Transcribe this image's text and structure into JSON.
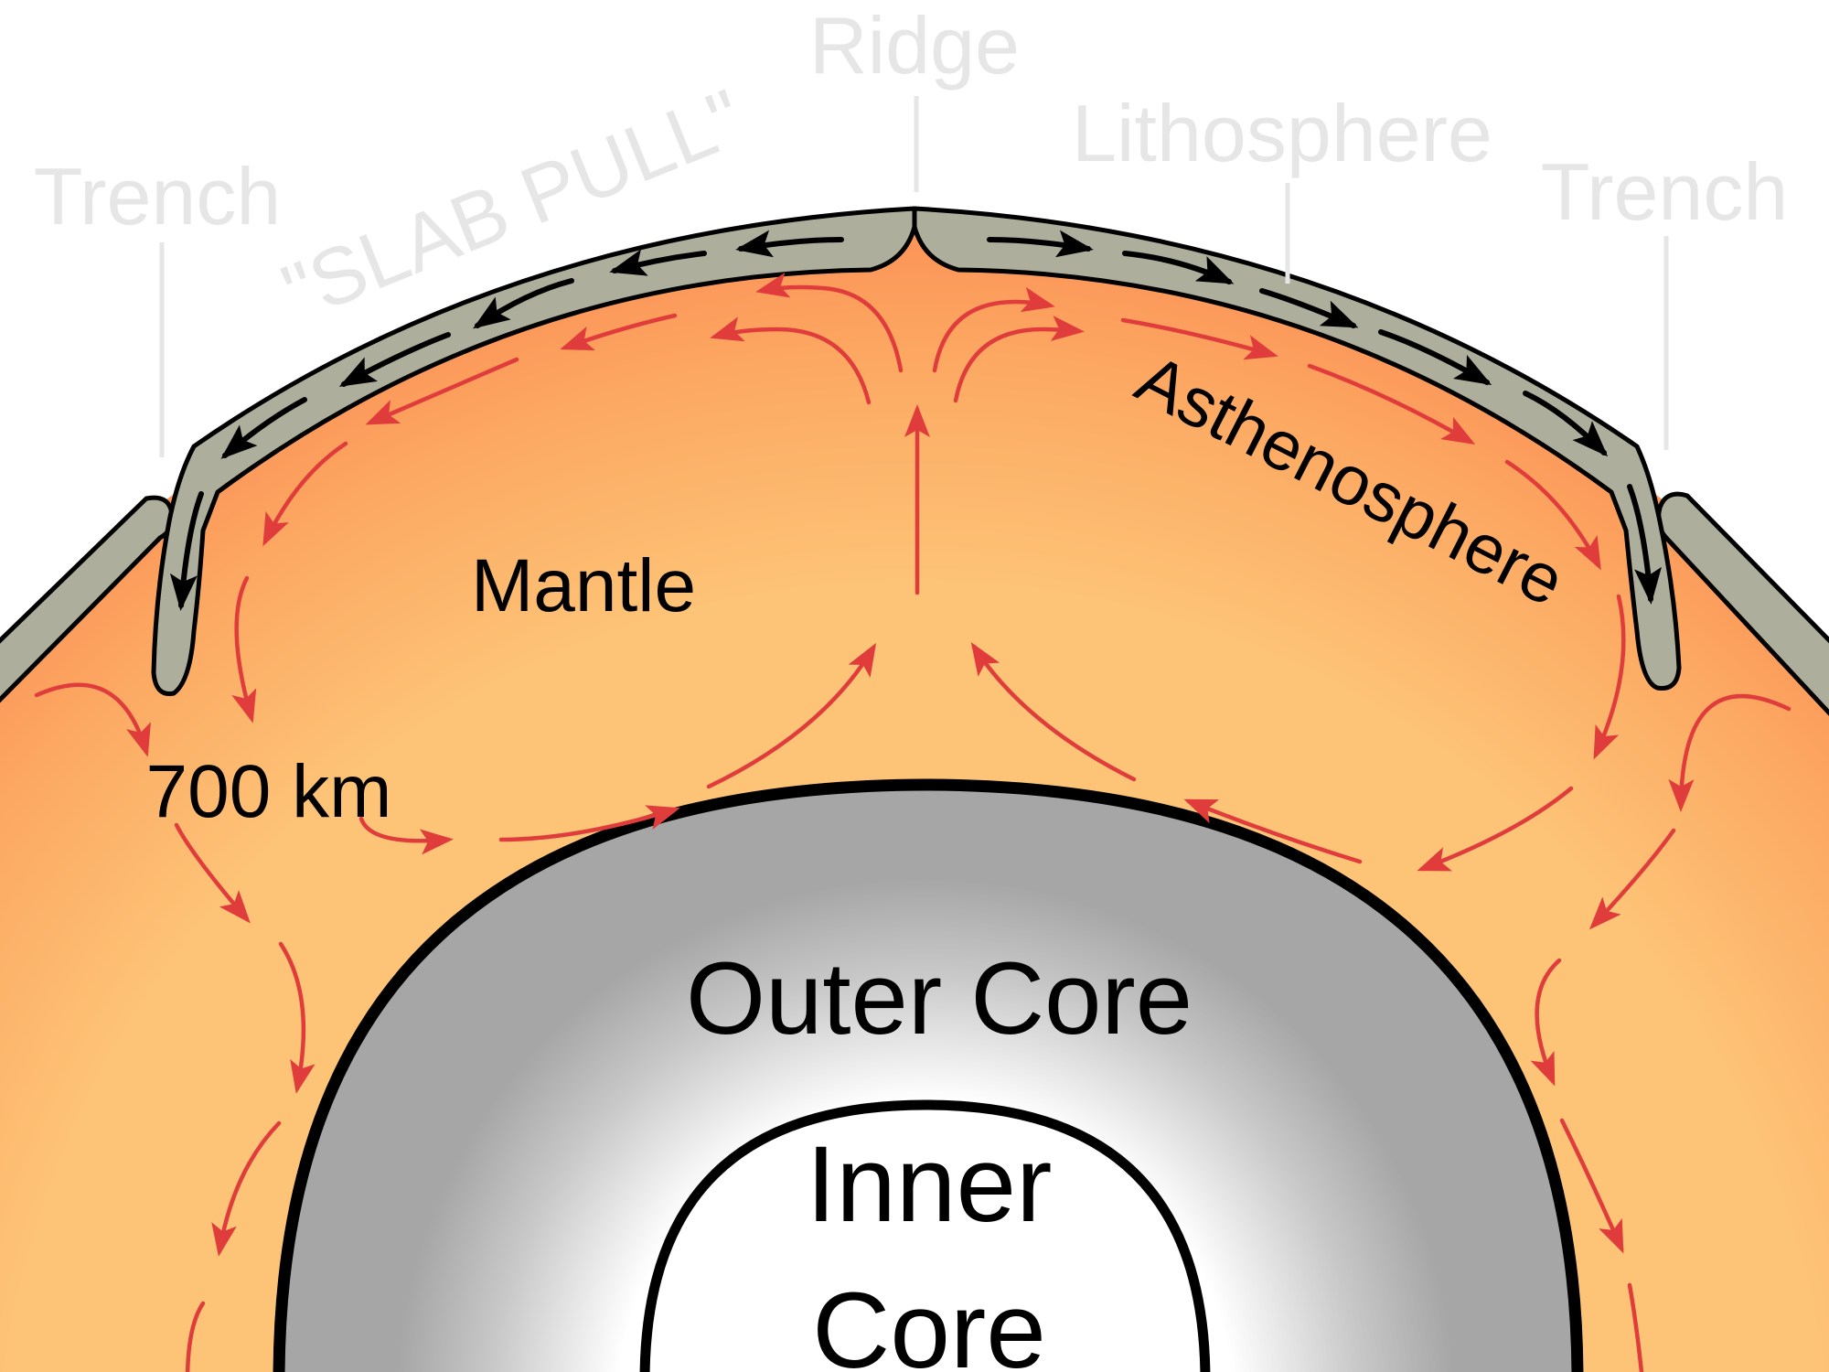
{
  "labels": {
    "ridge": "Ridge",
    "lithosphere": "Lithosphere",
    "trench_left": "Trench",
    "trench_right": "Trench",
    "slab_pull": "\"SLAB PULL\"",
    "asthenosphere": "Asthenosphere",
    "mantle": "Mantle",
    "depth": "700 km",
    "outer_core": "Outer Core",
    "inner_core_line1": "Inner",
    "inner_core_line2": "Core"
  },
  "colors": {
    "mantle_outer": "#fc8f55",
    "mantle_inner": "#fdc477",
    "plate": "#aeae9c",
    "outline": "#000000",
    "flow_arrow": "#e03c3c",
    "plate_arrow": "#000000",
    "outer_core_light": "#ffffff",
    "outer_core_dark": "#a8a8a8",
    "inner_core": "#ffffff",
    "faint_label": "#e6e6e6"
  }
}
